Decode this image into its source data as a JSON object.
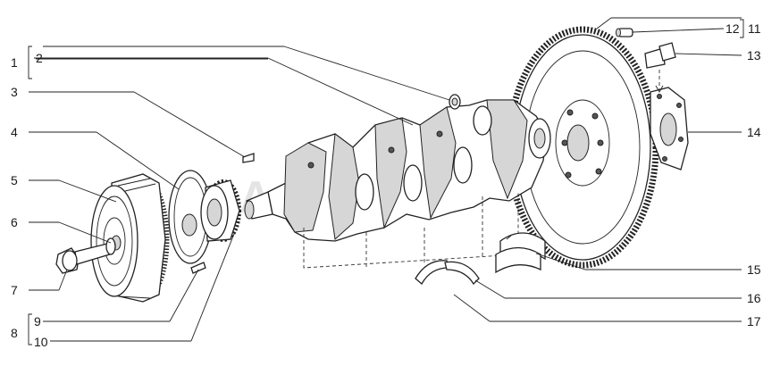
{
  "watermark": "AutoSoft",
  "callouts": [
    {
      "id": "1",
      "label": "1"
    },
    {
      "id": "2",
      "label": "2"
    },
    {
      "id": "3",
      "label": "3"
    },
    {
      "id": "4",
      "label": "4"
    },
    {
      "id": "5",
      "label": "5"
    },
    {
      "id": "6",
      "label": "6"
    },
    {
      "id": "7",
      "label": "7"
    },
    {
      "id": "8",
      "label": "8"
    },
    {
      "id": "9",
      "label": "9"
    },
    {
      "id": "10",
      "label": "10"
    },
    {
      "id": "11",
      "label": "11"
    },
    {
      "id": "12",
      "label": "12"
    },
    {
      "id": "13",
      "label": "13"
    },
    {
      "id": "14",
      "label": "14"
    },
    {
      "id": "15",
      "label": "15"
    },
    {
      "id": "16",
      "label": "16"
    },
    {
      "id": "17",
      "label": "17"
    }
  ]
}
